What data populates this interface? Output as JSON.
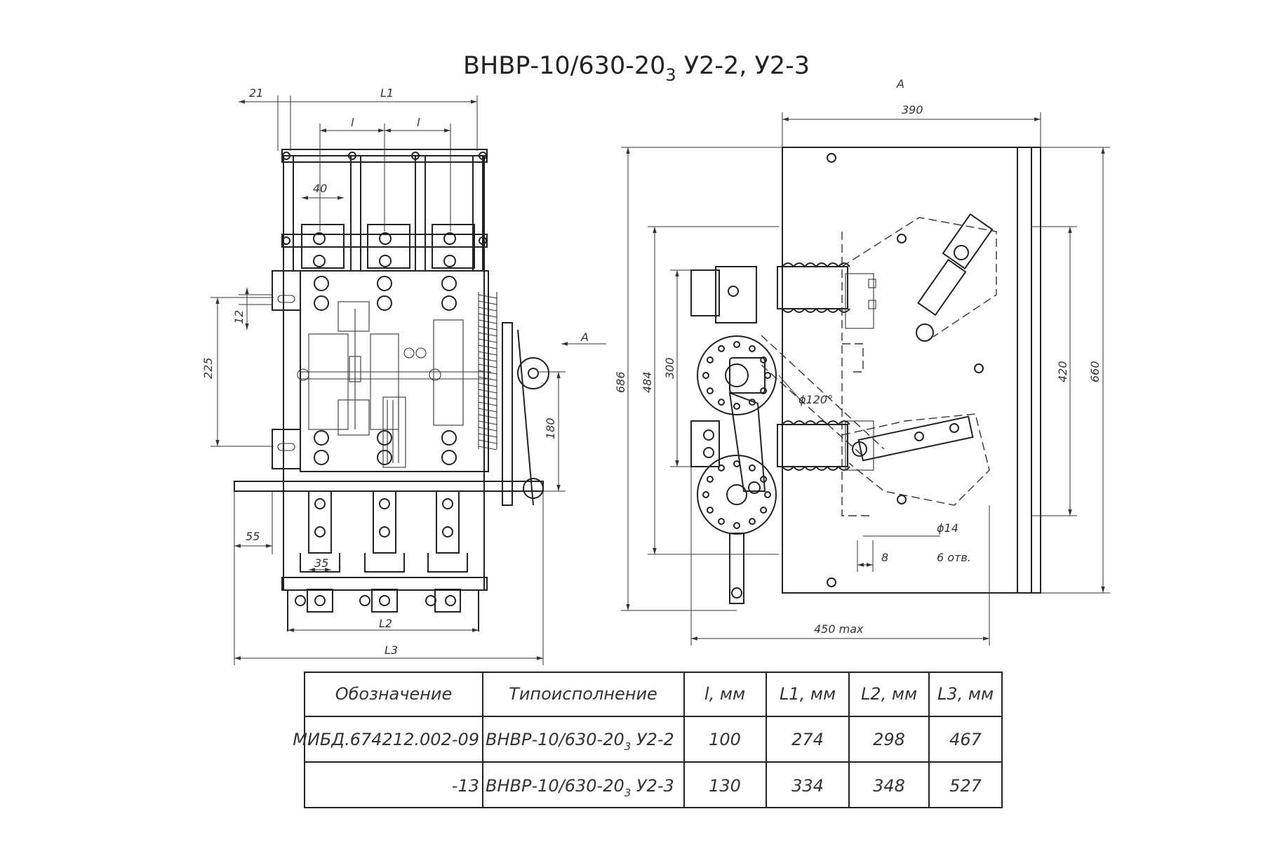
{
  "title": {
    "prefix": "ВНВР-10/630-20",
    "sub": "3",
    "suffix": " У2-2, У2-3"
  },
  "front_view": {
    "dims": {
      "d21": "21",
      "L1": "L1",
      "l_left": "l",
      "l_right": "l",
      "d40": "40",
      "d12": "12",
      "d225": "225",
      "d180": "180",
      "d55": "55",
      "d35": "35",
      "L2": "L2",
      "L3": "L3",
      "arrow_A": "A"
    }
  },
  "side_view": {
    "view_label": "A",
    "dims": {
      "d390": "390",
      "d686": "686",
      "d484": "484",
      "d300": "300",
      "d420": "420",
      "d660": "660",
      "phi120": "ϕ120°",
      "phi14": "ϕ14",
      "holes": "6 отв.",
      "d8": "8",
      "d450": "450 max"
    }
  },
  "table": {
    "headers": [
      "Обозначение",
      "Типоисполнение",
      "l, мм",
      "L1, мм",
      "L2, мм",
      "L3, мм"
    ],
    "rows": [
      {
        "designation": "МИБД.674212.002-09",
        "type_prefix": "ВНВР-10/630-20",
        "type_sub": "3",
        "type_suffix": " У2-2",
        "l": "100",
        "L1": "274",
        "L2": "298",
        "L3": "467"
      },
      {
        "designation": "-13",
        "type_prefix": "ВНВР-10/630-20",
        "type_sub": "3",
        "type_suffix": " У2-3",
        "l": "130",
        "L1": "334",
        "L2": "348",
        "L3": "527"
      }
    ]
  }
}
